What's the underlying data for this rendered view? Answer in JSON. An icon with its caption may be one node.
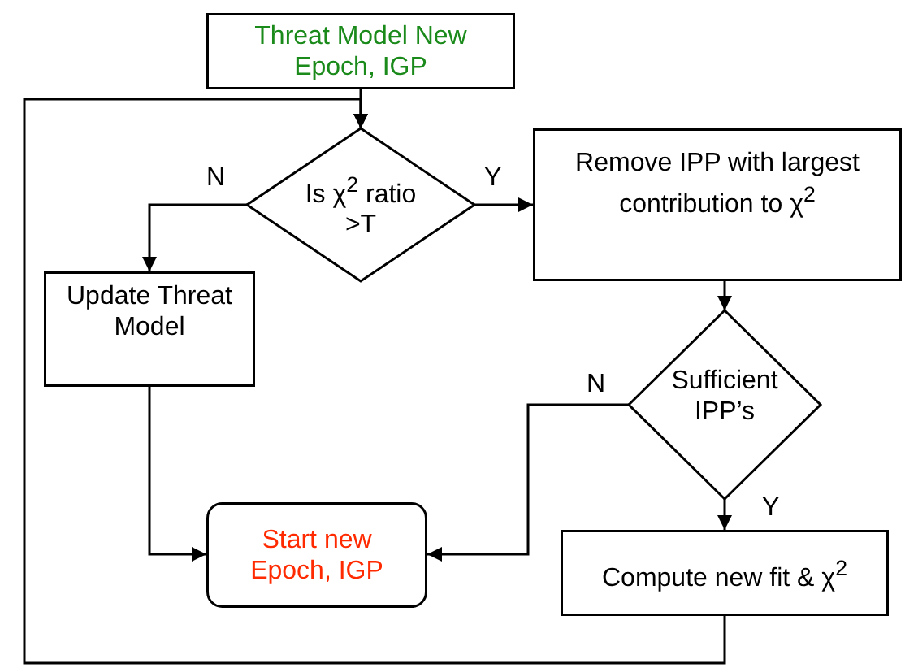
{
  "diagram": {
    "nodes": [
      {
        "text": [
          "Threat Model New Epoch, IGP"
        ]
      },
      {
        "text": [
          "Is χ$^{2}$ ratio >T"
        ]
      },
      {
        "text": [
          "Remove IPP with largest contribution to χ$^{2}$"
        ]
      },
      {
        "text": [
          "Update Threat Model"
        ]
      },
      {
        "text": [
          "Sufficient IPP’s"
        ]
      },
      {
        "text": [
          "Start new Epoch, IGP"
        ]
      },
      {
        "text": [
          "Compute new fit &  χ$^{2}$"
        ]
      }
    ],
    "edges": [
      {
        "from": 0,
        "to": 1,
        "arrow": "to"
      },
      {
        "from": 1,
        "to": 2,
        "arrow": "to",
        "label": "Y"
      },
      {
        "from": 1,
        "to": 3,
        "arrow": "to",
        "label": "N"
      },
      {
        "from": 2,
        "to": 4,
        "arrow": "to"
      },
      {
        "from": 4,
        "to": 5,
        "arrow": "to",
        "label": "N"
      },
      {
        "from": 4,
        "to": 6,
        "arrow": "to",
        "label": "Y"
      },
      {
        "from": 3,
        "to": 5,
        "arrow": "to"
      },
      {
        "from": 6,
        "to": 1,
        "arrow": "to"
      }
    ]
  }
}
